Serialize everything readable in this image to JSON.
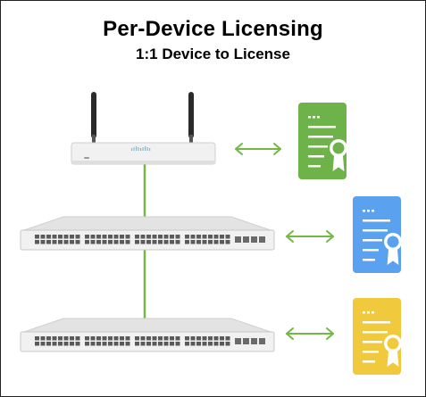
{
  "title": "Per-Device Licensing",
  "subtitle": "1:1 Device to License",
  "devices": [
    {
      "name": "wireless-access-point",
      "kind": "router",
      "brand_mark": "cisco"
    },
    {
      "name": "network-switch-1",
      "kind": "switch"
    },
    {
      "name": "network-switch-2",
      "kind": "switch"
    }
  ],
  "licenses": [
    {
      "name": "license-green",
      "color": "#6db34a"
    },
    {
      "name": "license-blue",
      "color": "#5aa2f0"
    },
    {
      "name": "license-yellow",
      "color": "#f1c93c"
    }
  ],
  "colors": {
    "connector": "#72b843",
    "arrow": "#72b843",
    "device_body": "#ececec",
    "device_edge": "#c8c8c8",
    "port": "#555555",
    "antenna": "#2a2a2a"
  }
}
